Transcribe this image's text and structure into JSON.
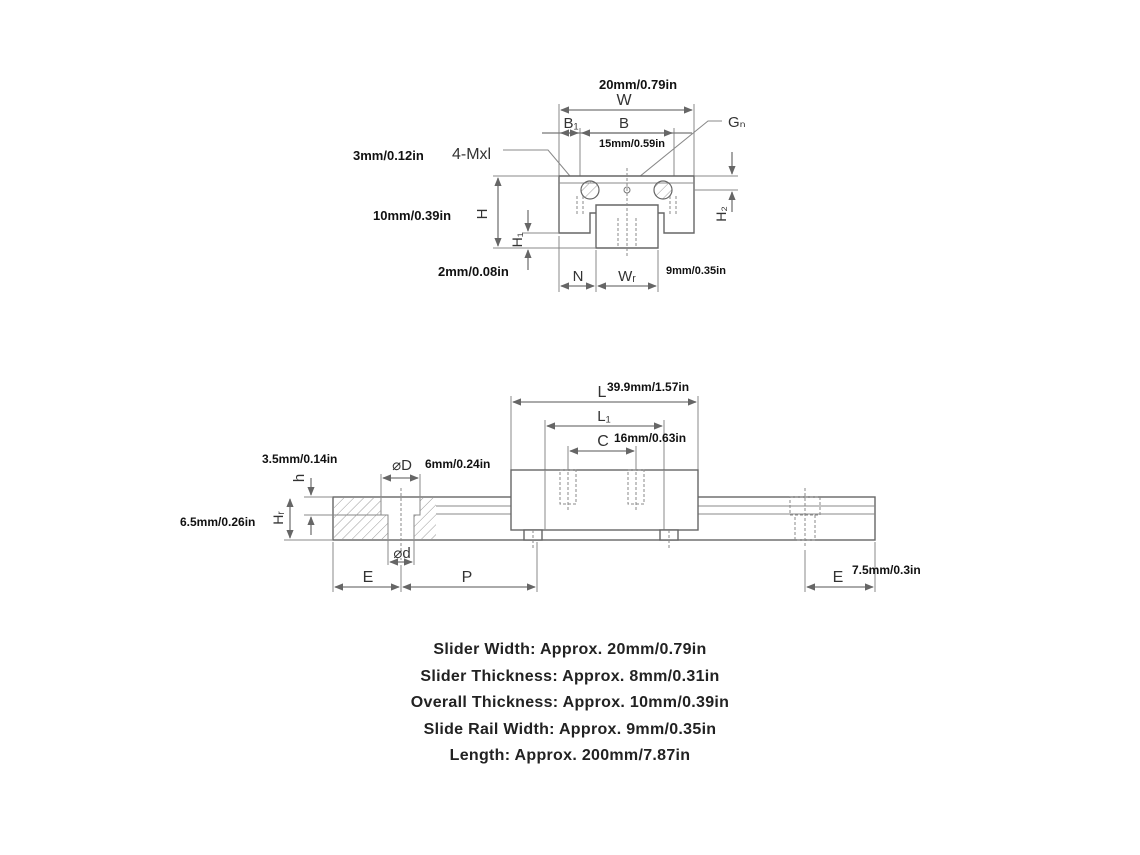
{
  "cross_section": {
    "W_value": "20mm/0.79in",
    "B_value": "15mm/0.59in",
    "Mx_value": "3mm/0.12in",
    "H_value": "10mm/0.39in",
    "H1_value": "2mm/0.08in",
    "WR_value": "9mm/0.35in",
    "labels": {
      "W": "W",
      "B1": "B₁",
      "B": "B",
      "Gn": "Gₙ",
      "Mxl": "4-Mxl",
      "H": "H",
      "H1": "H₁",
      "H2": "H₂",
      "N": "N",
      "WR": "Wᵣ"
    }
  },
  "side_view": {
    "L_value": "39.9mm/1.57in",
    "C_value": "16mm/0.63in",
    "h_value": "3.5mm/0.14in",
    "D_value": "6mm/0.24in",
    "HR_value": "6.5mm/0.26in",
    "E_value": "7.5mm/0.3in",
    "labels": {
      "L": "L",
      "L1": "L₁",
      "C": "C",
      "D": "⌀D",
      "d": "⌀d",
      "h": "h",
      "HR": "Hᵣ",
      "E_left": "E",
      "P": "P",
      "E_right": "E"
    }
  },
  "specs": [
    "Slider Width: Approx. 20mm/0.79in",
    "Slider Thickness: Approx. 8mm/0.31in",
    "Overall Thickness: Approx. 10mm/0.39in",
    "Slide Rail Width: Approx. 9mm/0.35in",
    "Length: Approx. 200mm/7.87in"
  ]
}
